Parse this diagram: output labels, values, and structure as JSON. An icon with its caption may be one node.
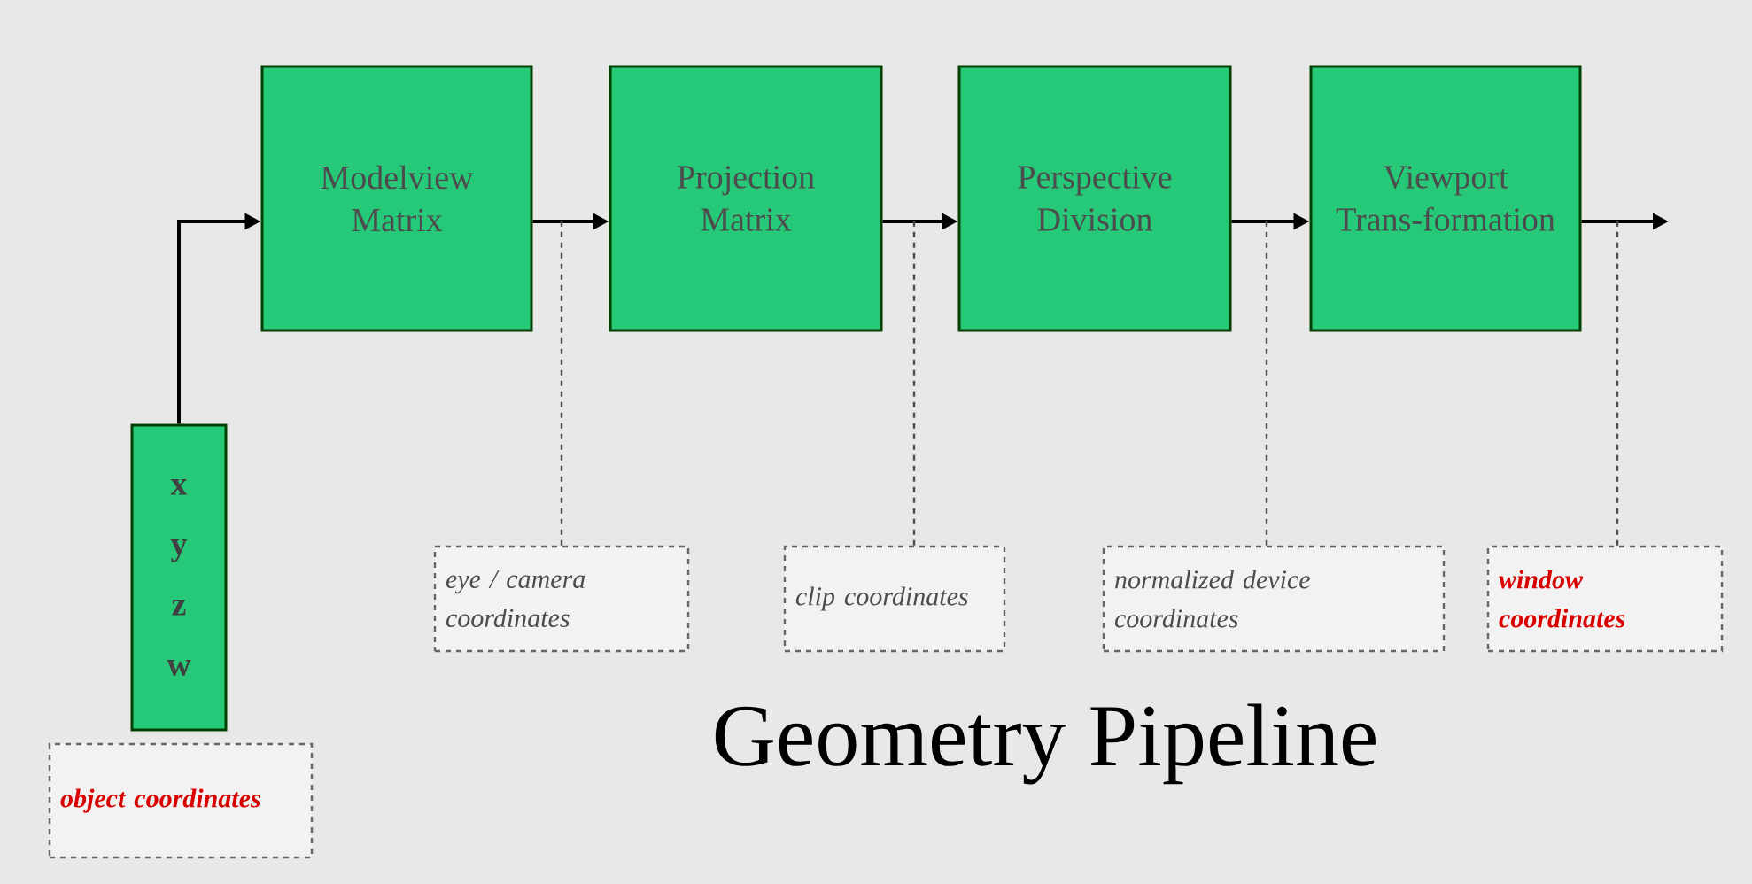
{
  "diagram": {
    "title": "Geometry Pipeline",
    "nodes": [
      {
        "text": [
          "x",
          "y",
          "z",
          "w"
        ]
      },
      {
        "text": [
          "Modelview Matrix"
        ]
      },
      {
        "text": [
          "Projection Matrix"
        ]
      },
      {
        "text": [
          "Perspective Division"
        ]
      },
      {
        "text": [
          "Viewport Trans-formation"
        ]
      },
      {
        "text": [
          "object coordinates"
        ]
      },
      {
        "text": [
          "eye / camera coordinates"
        ]
      },
      {
        "text": [
          "clip coordinates"
        ]
      },
      {
        "text": [
          "normalized device coordinates"
        ]
      },
      {
        "text": [
          "window coordinates"
        ]
      }
    ],
    "edges": [
      {
        "from": 0,
        "to": 1,
        "arrow": "to"
      },
      {
        "from": 1,
        "to": 2,
        "arrow": "to"
      },
      {
        "from": 2,
        "to": 3,
        "arrow": "to"
      },
      {
        "from": 3,
        "to": 4,
        "arrow": "to"
      },
      {
        "from": 4,
        "to": null,
        "arrow": "to"
      },
      {
        "from": 6,
        "to": null,
        "arrow": "none",
        "style": "dashed"
      },
      {
        "from": 7,
        "to": null,
        "arrow": "none",
        "style": "dashed"
      },
      {
        "from": 8,
        "to": null,
        "arrow": "none",
        "style": "dashed"
      },
      {
        "from": 9,
        "to": null,
        "arrow": "none",
        "style": "dashed"
      }
    ]
  }
}
